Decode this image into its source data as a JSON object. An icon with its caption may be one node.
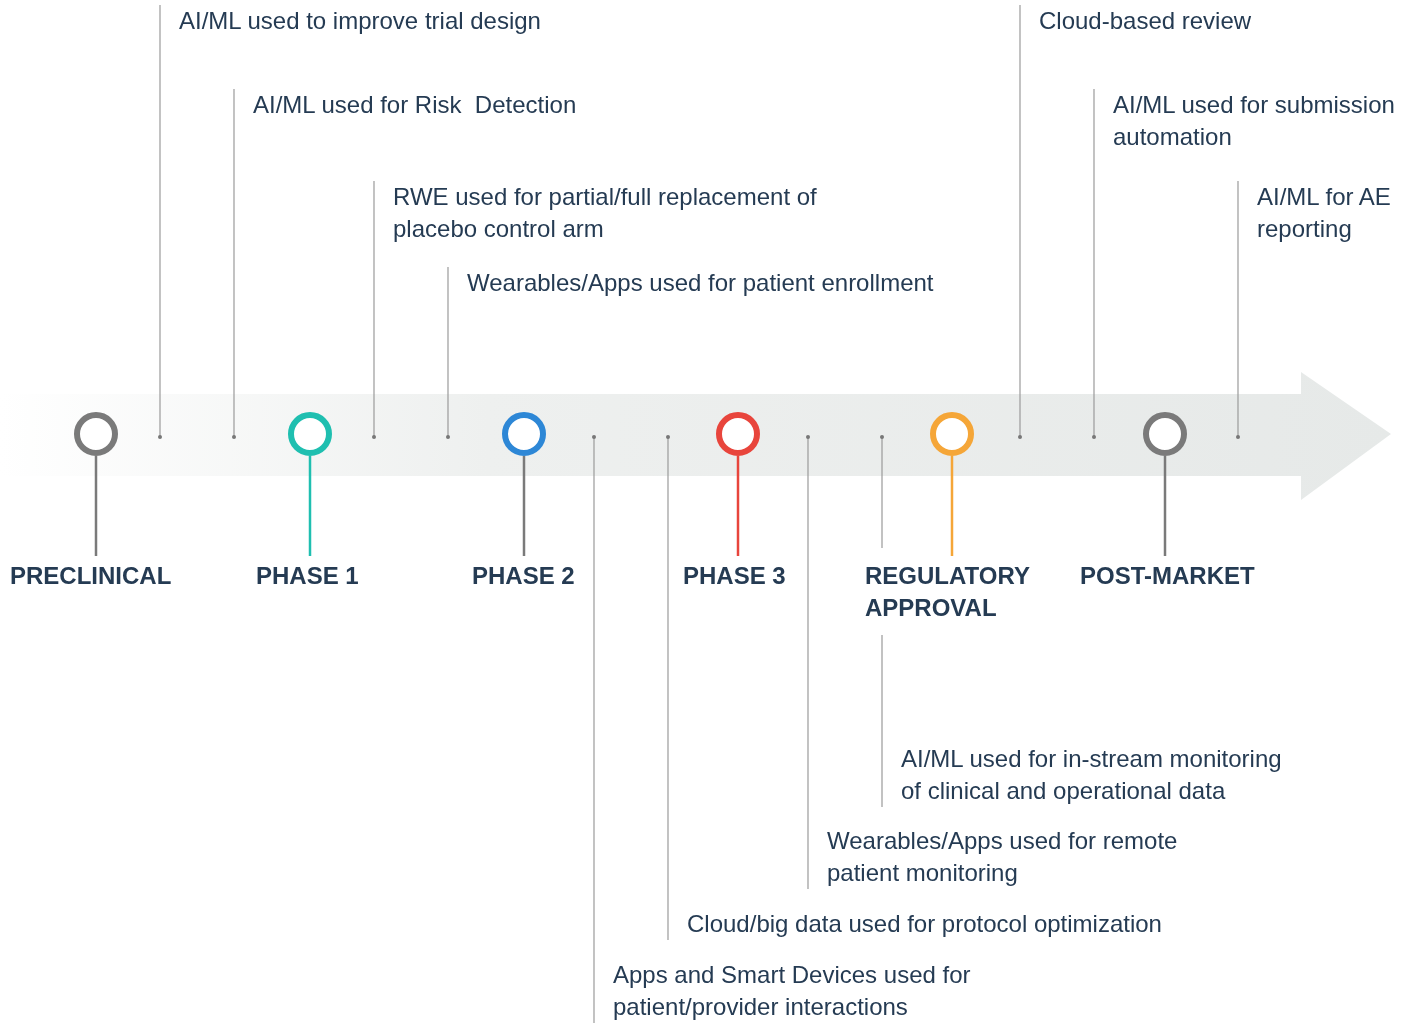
{
  "diagram": {
    "nodes": [
      {
        "text": [
          "AI/ML used to improve trial design"
        ]
      },
      {
        "text": [
          "AI/ML used for Risk  Detection"
        ]
      },
      {
        "text": [
          "RWE used for partial/full replacement of placebo control arm"
        ]
      },
      {
        "text": [
          "Wearables/Apps used for patient enrollment"
        ]
      },
      {
        "text": [
          "Cloud-based review"
        ]
      },
      {
        "text": [
          "AI/ML used for submission automation"
        ]
      },
      {
        "text": [
          "AI/ML for AE reporting"
        ]
      },
      {
        "text": [],
        "shape": "circle"
      },
      {
        "text": [],
        "shape": "circle"
      },
      {
        "text": [],
        "shape": "circle"
      },
      {
        "text": [],
        "shape": "circle"
      },
      {
        "text": [],
        "shape": "circle"
      },
      {
        "text": [],
        "shape": "circle"
      },
      {
        "text": [
          "PRECLINICAL"
        ]
      },
      {
        "text": [
          "PHASE 1"
        ]
      },
      {
        "text": [
          "PHASE 2"
        ]
      },
      {
        "text": [
          "PHASE 3"
        ]
      },
      {
        "text": [
          "REGULATORY APPROVAL"
        ]
      },
      {
        "text": [
          "POST-MARKET"
        ]
      },
      {
        "text": [
          "AI/ML used for in-stream monitoring of clinical and operational data"
        ]
      },
      {
        "text": [
          "Wearables/Apps used for remote patient monitoring"
        ]
      },
      {
        "text": [
          "Cloud/big data used for protocol optimization"
        ]
      },
      {
        "text": [
          "Apps and Smart Devices used for patient/provider interactions"
        ]
      }
    ],
    "edges": [
      {
        "from": 0,
        "to": null,
        "arrow": "other"
      },
      {
        "from": 1,
        "to": null,
        "arrow": "other"
      },
      {
        "from": 2,
        "to": null,
        "arrow": "other"
      },
      {
        "from": 3,
        "to": null,
        "arrow": "other"
      },
      {
        "from": 4,
        "to": null,
        "arrow": "other"
      },
      {
        "from": 5,
        "to": null,
        "arrow": "other"
      },
      {
        "from": 6,
        "to": null,
        "arrow": "other"
      },
      {
        "from": 7,
        "to": 13,
        "arrow": "none",
        "color": "#7a7a7a"
      },
      {
        "from": 8,
        "to": 14,
        "arrow": "none",
        "color": "#1fbfb0"
      },
      {
        "from": 9,
        "to": 15,
        "arrow": "none",
        "color": "#7a7a7a"
      },
      {
        "from": 10,
        "to": 16,
        "arrow": "none",
        "color": "#e8453c"
      },
      {
        "from": 11,
        "to": 17,
        "arrow": "none",
        "color": "#f5a638"
      },
      {
        "from": 12,
        "to": 18,
        "arrow": "none",
        "color": "#7a7a7a"
      },
      {
        "from": 19,
        "to": null,
        "arrow": "other"
      },
      {
        "from": 20,
        "to": null,
        "arrow": "other"
      },
      {
        "from": 21,
        "to": null,
        "arrow": "other"
      },
      {
        "from": 22,
        "to": null,
        "arrow": "other"
      }
    ]
  }
}
